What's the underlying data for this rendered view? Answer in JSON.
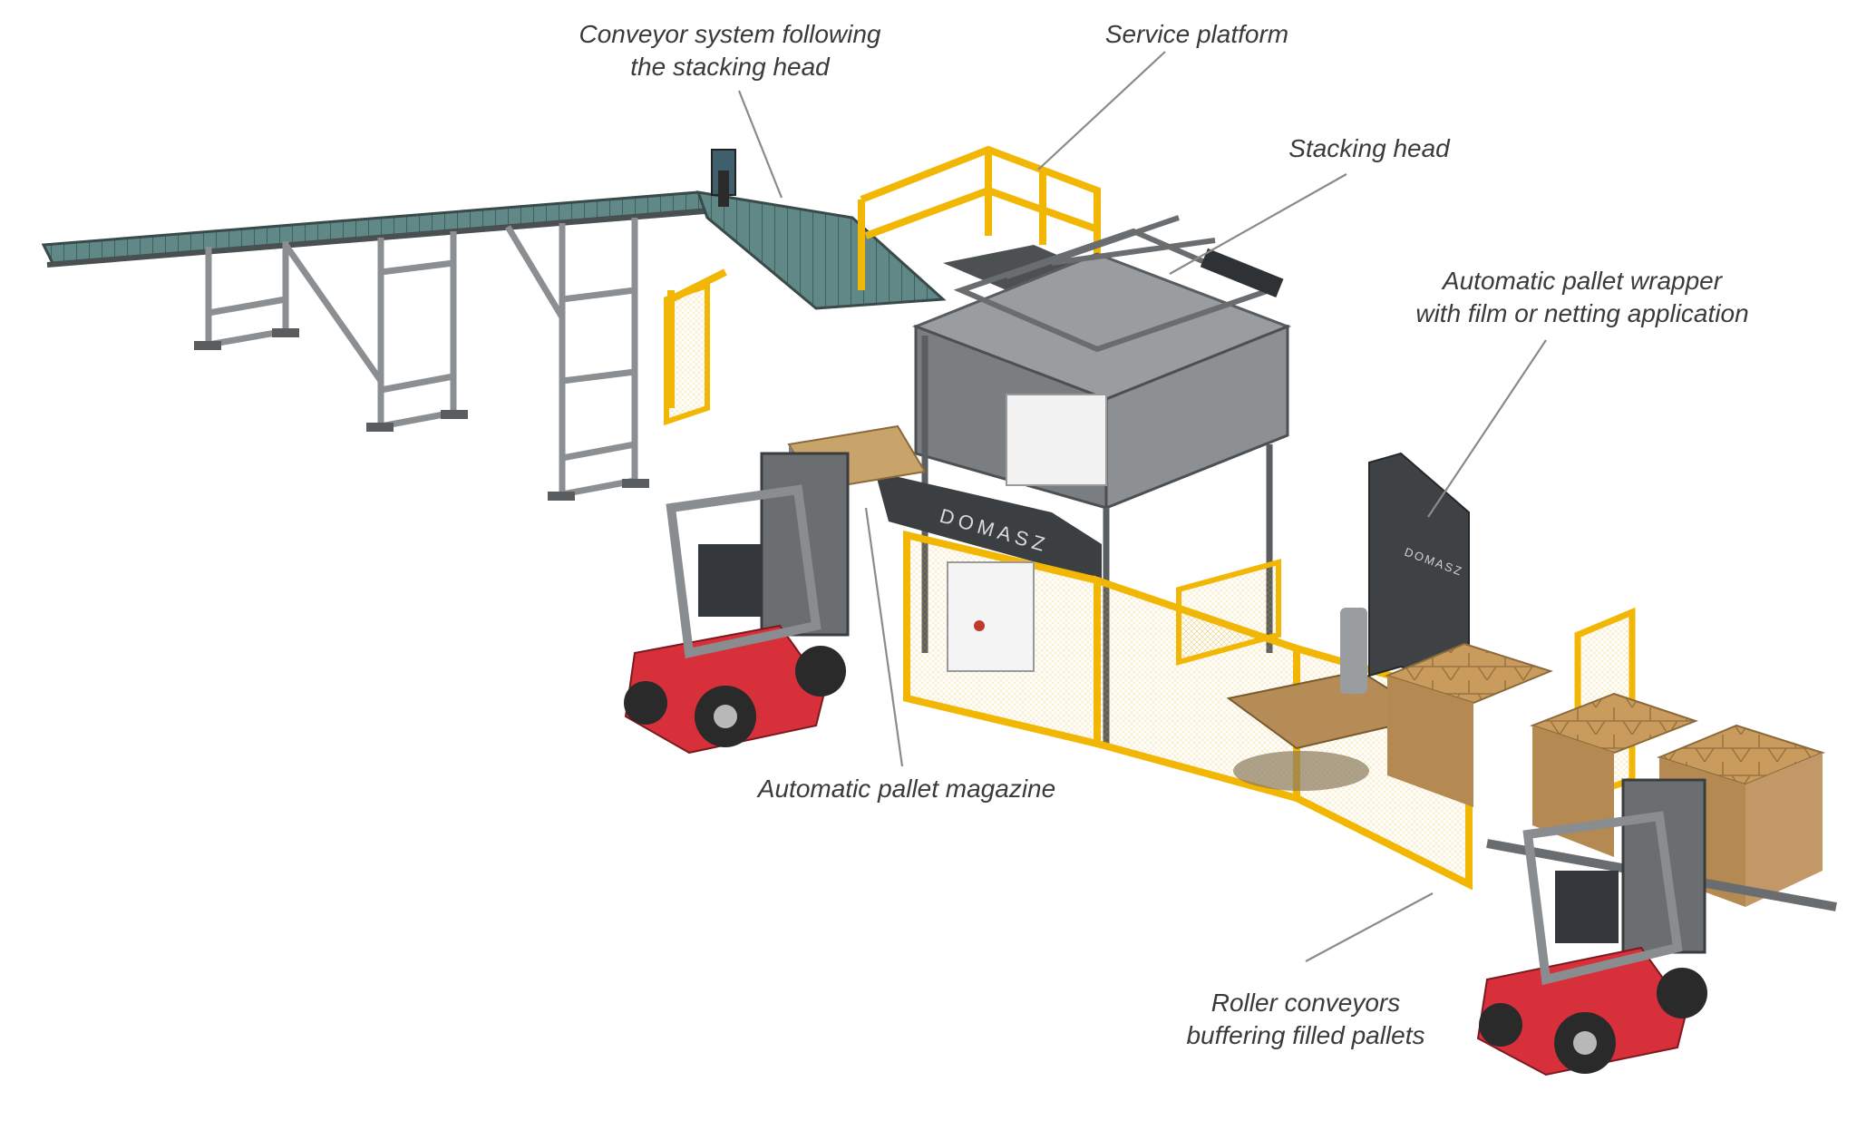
{
  "diagram": {
    "callouts": [
      {
        "id": "conveyor-system",
        "lines": [
          "Conveyor system following",
          "the stacking head"
        ]
      },
      {
        "id": "service-platform",
        "lines": [
          "Service platform"
        ]
      },
      {
        "id": "stacking-head",
        "lines": [
          "Stacking head"
        ]
      },
      {
        "id": "pallet-wrapper",
        "lines": [
          "Automatic pallet wrapper",
          "with film or netting application"
        ]
      },
      {
        "id": "pallet-magazine",
        "lines": [
          "Automatic pallet magazine"
        ]
      },
      {
        "id": "roller-conveyors",
        "lines": [
          "Roller conveyors",
          "buffering filled pallets"
        ]
      }
    ],
    "brand": {
      "name": "DOMASZ"
    },
    "colors": {
      "safety_fence": "#f2b705",
      "frame_steel": "#6e7072",
      "conveyor_belt": "#5f8886",
      "forklift_body": "#d8303a",
      "cardboard": "#c79a5c",
      "leader_line": "#8a8a8a",
      "label_text": "#3a3a3a"
    }
  }
}
